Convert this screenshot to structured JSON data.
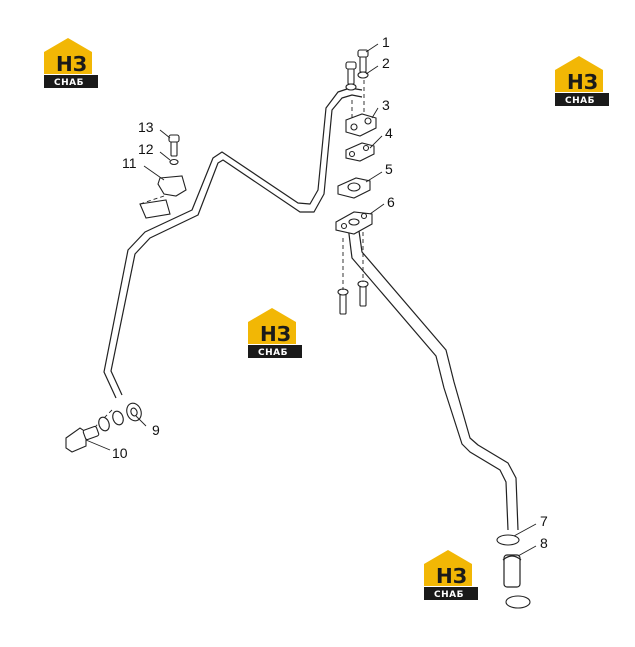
{
  "callouts": [
    "1",
    "2",
    "3",
    "4",
    "5",
    "6",
    "7",
    "8",
    "9",
    "10",
    "11",
    "12",
    "13"
  ],
  "watermark": {
    "top_text": "НЗ",
    "bottom_text": "СНАБ",
    "accent_color": "#f2b705",
    "dark_color": "#1a1a1a"
  },
  "colors": {
    "line": "#222222",
    "background": "#ffffff"
  }
}
